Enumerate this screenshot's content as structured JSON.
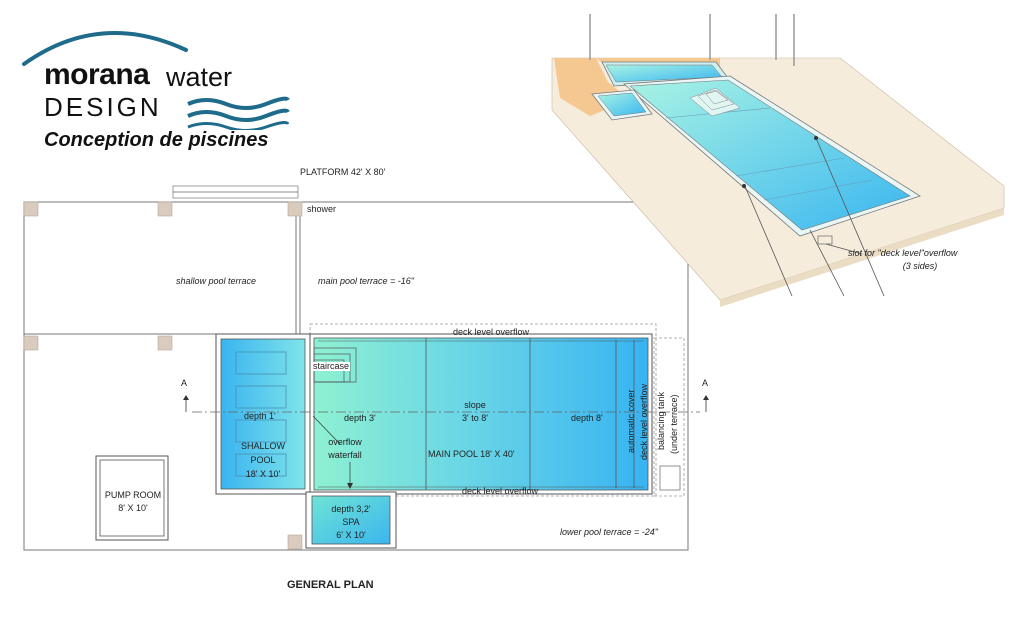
{
  "logo": {
    "word_bold": "morana",
    "word_light": "water",
    "word_design": "DESIGN",
    "tagline": "Conception de piscines",
    "swoosh_color": "#1e6b8c"
  },
  "plan": {
    "title": "GENERAL PLAN",
    "platform": "PLATFORM  42' X 80'",
    "shower": "shower",
    "shallow_terrace": "shallow pool terrace",
    "main_terrace": "main pool terrace = -16\"",
    "lower_terrace": "lower pool terrace = -24\"",
    "section_mark_left": "A",
    "section_mark_right": "A",
    "pump_room": "PUMP ROOM",
    "pump_room_size": "8' X 10'",
    "staircase": "staircase",
    "depth_shallow": "depth 1'",
    "shallow_pool": "SHALLOW",
    "shallow_pool2": "POOL",
    "shallow_pool_size": "18' X 10'",
    "overflow_waterfall": "overflow",
    "overflow_waterfall2": "waterfall",
    "depth_3": "depth 3'",
    "slope": "slope",
    "slope_range": "3' to 8'",
    "depth_8": "depth 8'",
    "main_pool": "MAIN POOL 18' X 40'",
    "deck_overflow_top": "deck level overflow",
    "deck_overflow_bottom": "deck level overflow",
    "deck_overflow_side": "deck level overflow",
    "automatic_cover": "automatic cover",
    "balancing_tank": "balancing tank",
    "balancing_tank_note": "(under terrace)",
    "spa_depth": "depth 3,2'",
    "spa": "SPA",
    "spa_size": "6' X 10'"
  },
  "perspective": {
    "slot_note": "slot for \"deck level\"overflow",
    "slot_note2": "(3 sides)"
  },
  "colors": {
    "water_light": "#8ef0d2",
    "water_deep": "#37b3f2",
    "deck": "#f6ecdc",
    "terrace_orange": "#f5c892",
    "pillar": "#d9cbbd",
    "line": "#555555"
  }
}
